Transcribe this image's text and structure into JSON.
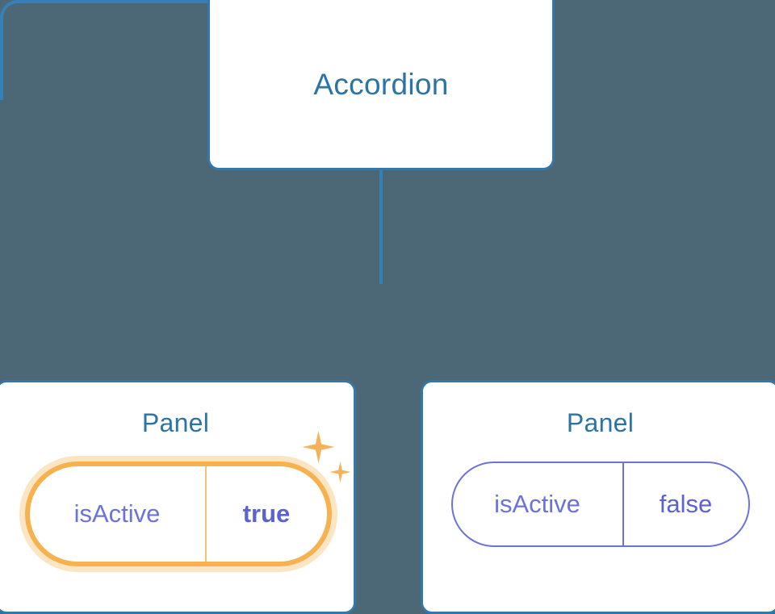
{
  "diagram": {
    "background_color": "#4c6876",
    "connector_color": "#3580b8",
    "card_border_color": "#3478a8",
    "title_color": "#2c74a3",
    "prop_key_color": "#6c72dc",
    "prop_value_color": "#5b61d6",
    "highlight_color": "#f5b24e",
    "sparkle_color": "#f5b25a",
    "root": {
      "title": "Accordion"
    },
    "children": [
      {
        "title": "Panel",
        "highlighted": true,
        "prop": {
          "key": "isActive",
          "value": "true"
        },
        "sparkle_large": "sparkle-icon",
        "sparkle_small": "sparkle-icon"
      },
      {
        "title": "Panel",
        "highlighted": false,
        "prop": {
          "key": "isActive",
          "value": "false"
        }
      }
    ]
  }
}
